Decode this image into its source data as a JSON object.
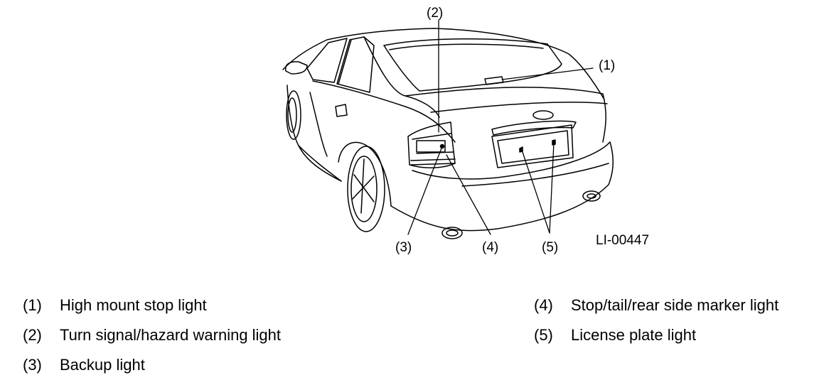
{
  "figure": {
    "code": "LI-00447",
    "callouts": [
      "(1)",
      "(2)",
      "(3)",
      "(4)",
      "(5)"
    ]
  },
  "legend": [
    {
      "number": "(1)",
      "text": "High mount stop light"
    },
    {
      "number": "(2)",
      "text": "Turn signal/hazard warning light"
    },
    {
      "number": "(3)",
      "text": "Backup light"
    },
    {
      "number": "(4)",
      "text": "Stop/tail/rear side marker light"
    },
    {
      "number": "(5)",
      "text": "License plate light"
    }
  ]
}
